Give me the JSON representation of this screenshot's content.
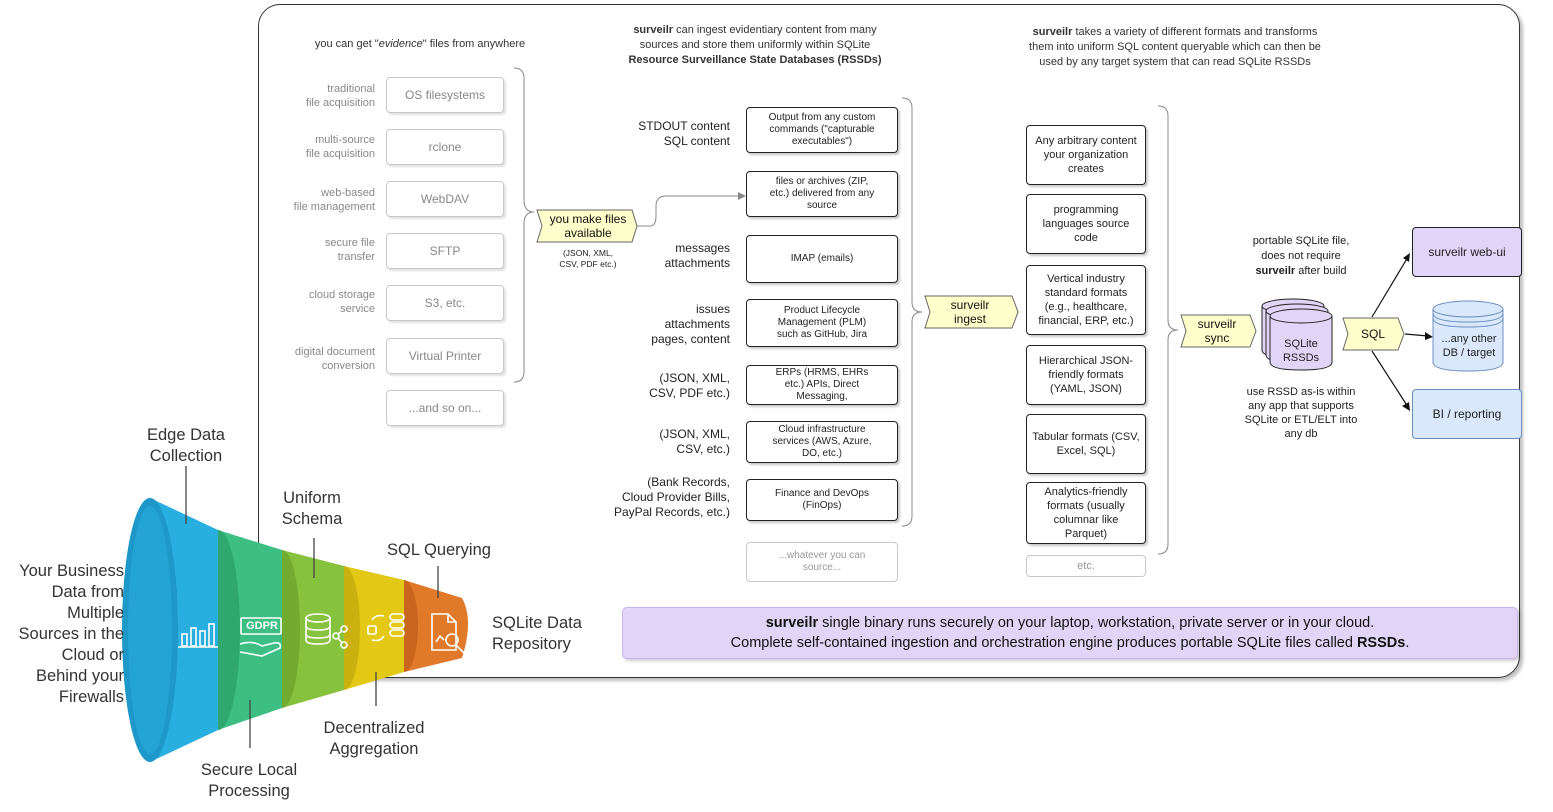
{
  "header_left": {
    "pre": "you can get \"",
    "em": "evidence",
    "post": "\" files from anywhere"
  },
  "header_mid": {
    "brand": "surveilr",
    "line1": " can ingest evidentiary content from many",
    "line2": "sources and store them uniformly within SQLite",
    "line3": "Resource Surveillance State Databases (RSSDs)"
  },
  "header_right": {
    "brand": "surveilr",
    "line1": " takes a variety of different formats and transforms",
    "line2": "them into uniform SQL content queryable which can then be",
    "line3": "used by any target system that can read SQLite RSSDs"
  },
  "sources": [
    {
      "label": "traditional\nfile acquisition",
      "box": "OS filesystems"
    },
    {
      "label": "multi-source\nfile acquisition",
      "box": "rclone"
    },
    {
      "label": "web-based\nfile management",
      "box": "WebDAV"
    },
    {
      "label": "secure file\ntransfer",
      "box": "SFTP"
    },
    {
      "label": "cloud storage\nservice",
      "box": "S3, etc."
    },
    {
      "label": "digital document\nconversion",
      "box": "Virtual Printer"
    },
    {
      "label": "",
      "box": "...and so on..."
    }
  ],
  "make_available": {
    "tag": "you make files\navailable",
    "note": "(JSON, XML,\nCSV, PDF etc.)"
  },
  "ingest_items": [
    {
      "label": "STDOUT content\nSQL content",
      "box": "Output from any custom\ncommands (\"capturable\nexecutables\")"
    },
    {
      "label": "",
      "box": "files or archives  (ZIP,\netc.) delivered from any\nsource"
    },
    {
      "label": "messages\nattachments",
      "box": "IMAP (emails)"
    },
    {
      "label": "issues\nattachments\npages, content",
      "box": "Product Lifecycle\nManagement (PLM)\nsuch as GitHub, Jira"
    },
    {
      "label": "(JSON, XML,\nCSV, PDF etc.)",
      "box": "ERPs (HRMS, EHRs\netc.) APIs, Direct\nMessaging,"
    },
    {
      "label": "(JSON, XML,\nCSV, etc.)",
      "box": "Cloud infrastructure\nservices (AWS, Azure,\nDO, etc.)"
    },
    {
      "label": "(Bank Records,\nCloud Provider Bills,\nPayPal Records, etc.)",
      "box": "Finance and DevOps\n(FinOps)"
    },
    {
      "label": "",
      "box": "...whatever you can\nsource..."
    }
  ],
  "ingest_tag": "surveilr\ningest",
  "formats": [
    "Any arbitrary content\nyour organization\ncreates",
    "programming\nlanguages source\ncode",
    "Vertical industry\nstandard formats\n(e.g., healthcare,\nfinancial, ERP, etc.)",
    "Hierarchical JSON-\nfriendly formats\n(YAML, JSON)",
    "Tabular formats (CSV,\nExcel, SQL)",
    "Analytics-friendly\nformats (usually\ncolumnar like\nParquet)",
    "etc."
  ],
  "sync_tag": "surveilr\nsync",
  "portable_note": {
    "line1": "portable SQLite file,",
    "line2": "does not require",
    "brand": "surveilr",
    "line3": " after build"
  },
  "rssd_label": "SQLite\nRSSDs",
  "sql_tag": "SQL",
  "use_note": "use RSSD as-is within\nany app that supports\nSQLite or ETL/ELT into\nany db",
  "targets": {
    "webui": "surveilr web-ui",
    "db": "...any other\nDB / target",
    "bi": "BI / reporting"
  },
  "banner": {
    "brand": "surveilr",
    "line1": " single binary runs securely on your laptop, workstation, private server or in your cloud.",
    "line2": "Complete self-contained ingestion and orchestration engine produces portable SQLite files called ",
    "rssds": "RSSDs",
    "end": "."
  },
  "funnel": {
    "left_label": "Your Business\nData from\nMultiple\nSources in the\nCloud or\nBehind your\nFirewalls",
    "edge": "Edge Data\nCollection",
    "uniform": "Uniform\nSchema",
    "sql": "SQL Querying",
    "secure": "Secure Local\nProcessing",
    "decentral": "Decentralized\nAggregation",
    "repo": "SQLite Data\nRepository",
    "gdpr": "GDPR"
  },
  "colors": {
    "tag_fill": "#ffffcc",
    "purple": "#e1d5f7",
    "blue": "#dae8fc",
    "seg1": "#29aee0",
    "seg2": "#3dbf84",
    "seg3": "#86c23e",
    "seg4": "#e3c816",
    "seg5": "#e07a2a"
  }
}
